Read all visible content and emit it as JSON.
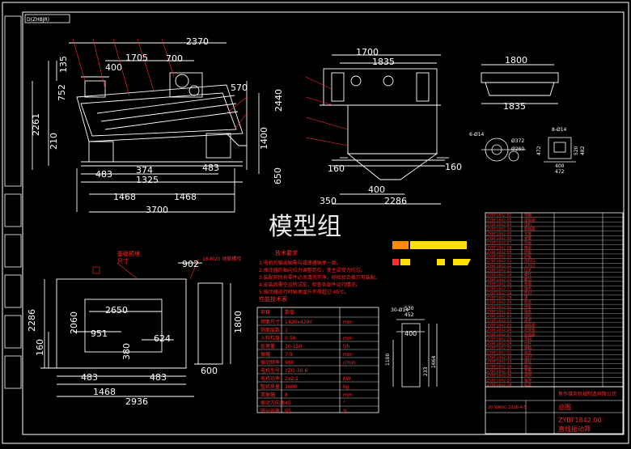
{
  "watermark": "模型组",
  "drawing_code": "D(ZHBJR)",
  "front_view": {
    "dims": [
      "2370",
      "400",
      "1705",
      "700",
      "570",
      "752",
      "135",
      "2261",
      "210",
      "650",
      "1400",
      "2440",
      "483",
      "374",
      "1325",
      "483",
      "1468",
      "1468",
      "3700"
    ]
  },
  "side_view": {
    "dims": [
      "1700",
      "1835",
      "160",
      "160",
      "400",
      "350",
      "2286"
    ]
  },
  "top_view": {
    "dims": [
      "1800",
      "1835"
    ]
  },
  "detail_round": {
    "dims": [
      "6-Ø14",
      "Ø372",
      "Ø260"
    ]
  },
  "detail_square": {
    "dims": [
      "8-Ø14",
      "472",
      "400",
      "472",
      "520",
      "482"
    ]
  },
  "plan_view": {
    "labels": [
      "基础预埋",
      "尺寸",
      "16-M20 地脚螺栓"
    ],
    "dims": [
      "902",
      "2286",
      "2650",
      "2060",
      "160",
      "951",
      "624",
      "380",
      "1800",
      "483",
      "483",
      "600",
      "1468",
      "2936"
    ]
  },
  "port_detail": {
    "dims": [
      "30-Ø14",
      "530",
      "452",
      "400",
      "1100",
      "1664",
      "233"
    ]
  },
  "tech_requirements": {
    "title": "技术要求",
    "items": [
      "1.电机的输出轴需与减速器轴承一致。",
      "2.振动器的轴向拉力调整到位，使主梁受力均匀。",
      "3.装配前所有零件必须清洗干净，经检验合格方可装配。",
      "4.安装后需空运转试车，检查各部件运行情况。",
      "5.振动器运行时轴承温升不得超过 45℃。"
    ]
  },
  "specs": {
    "title": "性能技术表",
    "header": [
      "项目",
      "数值"
    ],
    "rows": [
      [
        "筛面尺寸",
        "1420x4290"
      ],
      [
        "筛面层数",
        "1"
      ],
      [
        "入料粒度",
        "0-50"
      ],
      [
        "处理量",
        "10-150"
      ],
      [
        "振幅",
        "7-9"
      ],
      [
        "振动频率",
        "960"
      ],
      [
        "电机型号",
        "YZO-30-6"
      ],
      [
        "电机功率",
        "2x2.2"
      ],
      [
        "整机质量",
        "3600"
      ],
      [
        "双振幅",
        "8"
      ],
      [
        "振动方向角",
        "45"
      ],
      [
        "筛分效率",
        "95"
      ]
    ],
    "units": [
      "mm",
      "",
      "mm",
      "t/h",
      "mm",
      "r/min",
      "",
      "kW",
      "kg",
      "mm",
      "°",
      "%"
    ]
  },
  "parts_list": {
    "rows": [
      "ZYBF1842-01",
      "ZYBF1842-02",
      "ZYBF1842-03",
      "ZYBF1842-04",
      "ZYBF1842-05",
      "ZYBF1842-06",
      "ZYBF1842-07",
      "ZYBF1842-08",
      "ZYBF1842-09",
      "ZYBF1842-10",
      "ZYBF1842-11",
      "ZYBF1842-12",
      "ZYBF1842-13",
      "ZYBF1842-14",
      "ZYBF1842-15",
      "ZYBF1842-16",
      "ZYBF1842-17",
      "ZYBF1842-18",
      "ZYBF1842-19",
      "ZYBF1842-20",
      "ZYBF1842-21",
      "ZYBF1842-22",
      "ZYBF1842-23",
      "ZYBF1842-24",
      "ZYBF1842-25",
      "ZYBF1842-26",
      "ZYBF1842-27",
      "ZYBF1842-28",
      "ZYBF1842-29",
      "ZYBF1842-30",
      "ZYBF1842-31",
      "ZYBF1842-32",
      "ZYBF1842-33",
      "ZYBF1842-34",
      "ZYBF1842-35",
      "ZYBF1842-36",
      "ZYBF1842-37",
      "ZYBF1842-38"
    ],
    "names": [
      "筛箱",
      "激振器",
      "电机",
      "联轴器",
      "支座",
      "弹簧",
      "筛板",
      "横梁",
      "侧板",
      "护板",
      "出料口",
      "入料口",
      "压条",
      "螺栓",
      "螺母",
      "垫圈",
      "轴承",
      "密封",
      "罩",
      "底座",
      "挡板",
      "链条",
      "齿轮",
      "皮带",
      "减振器",
      "连接板",
      "加强筋",
      "筛网",
      "拉杆",
      "销轴",
      "端盖",
      "油封",
      "螺栓",
      "螺母",
      "垫圈",
      "弹垫",
      "铭牌",
      "标签"
    ]
  },
  "title_block": {
    "company": "焦作煤炭机械制造有限公司",
    "sheet_label": "总图",
    "drawing_no": "ZYBF1842.00",
    "product_name": "直线振动筛",
    "date": "20 WANG 2018-4-5"
  },
  "colors": {
    "background": "#000000",
    "geometry": "#ffffff",
    "annotation": "#ff2a2a",
    "frame": "#ffffff",
    "highlight_yellow": "#ffe000",
    "highlight_orange": "#ff8a00"
  }
}
